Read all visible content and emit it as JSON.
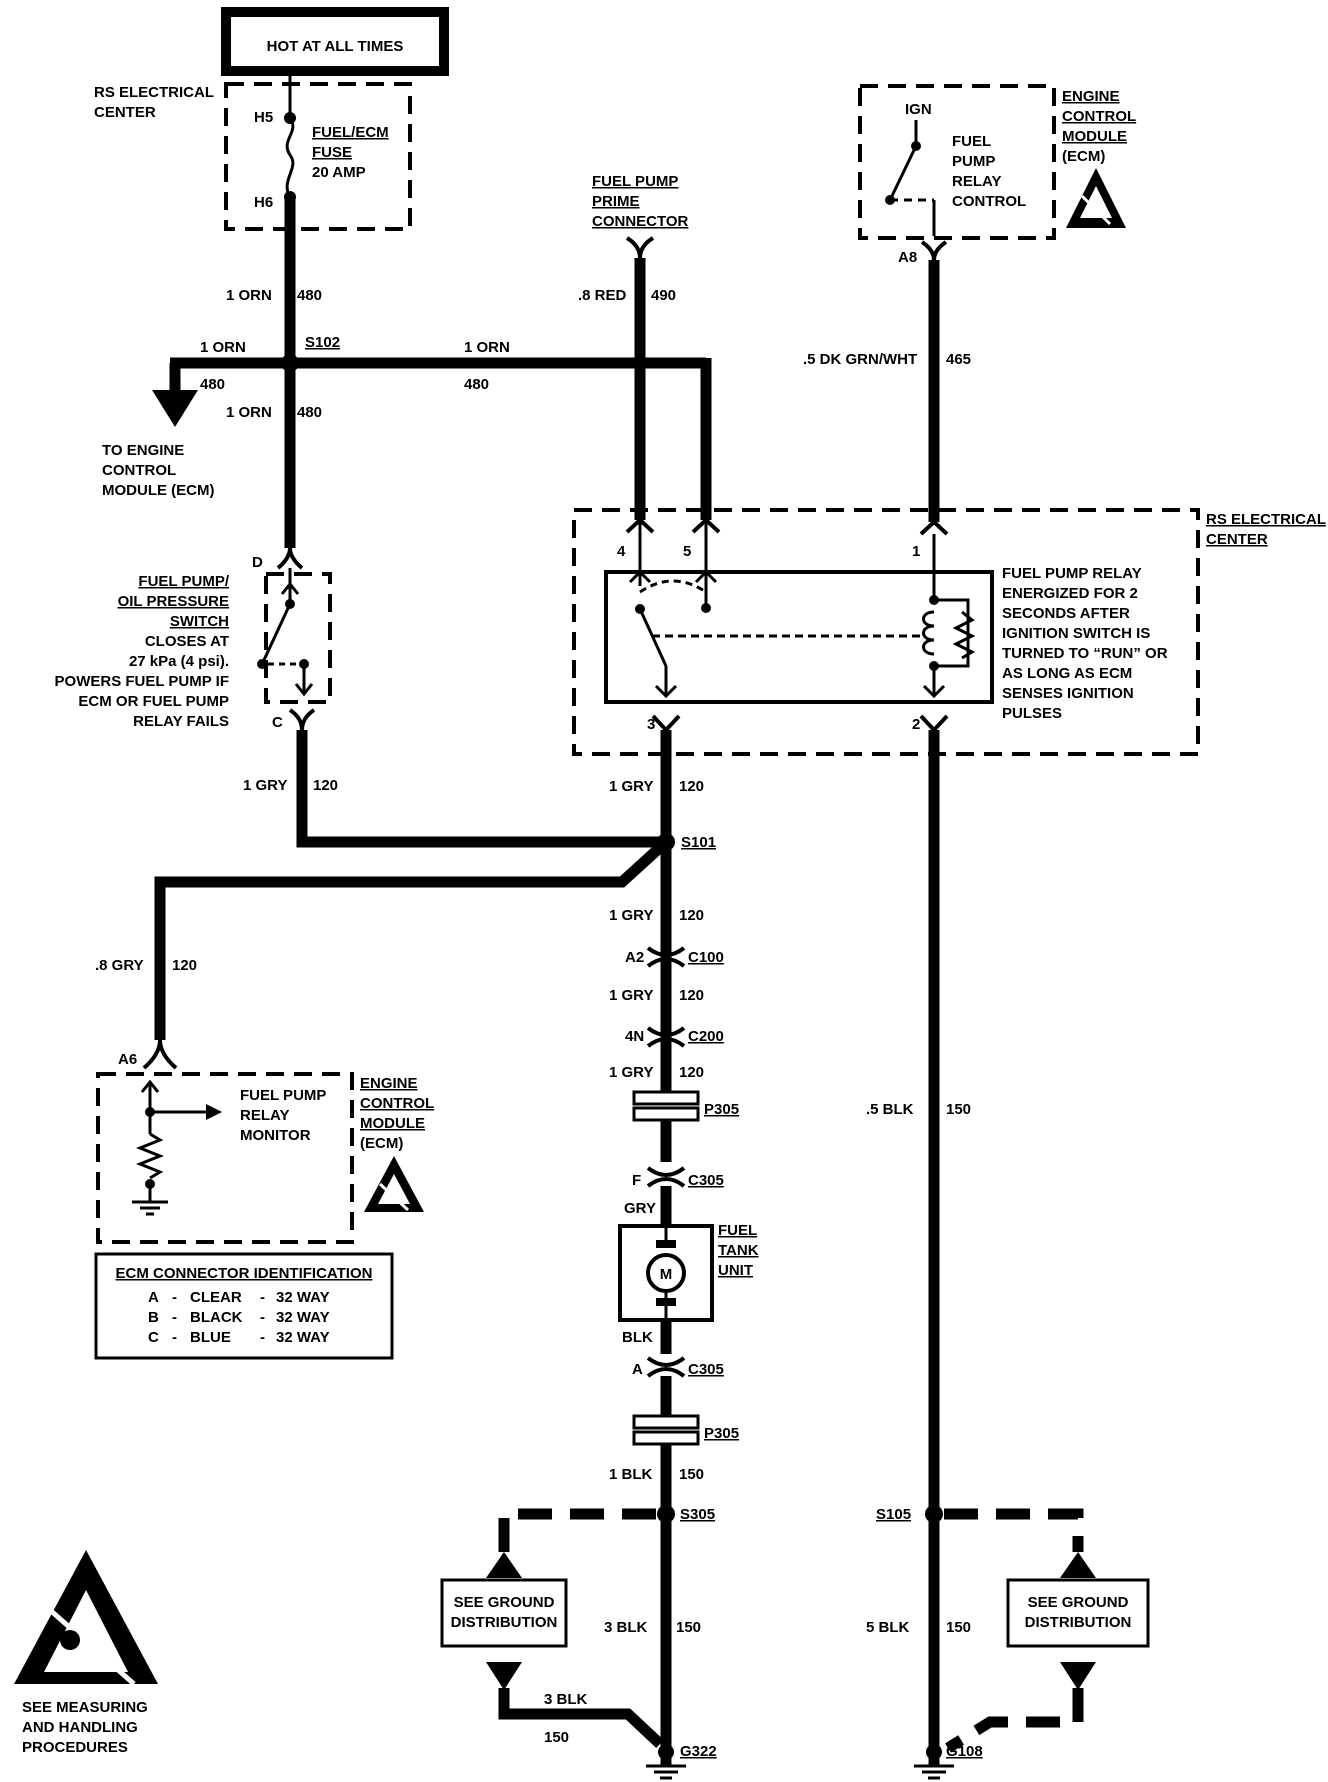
{
  "title": "HOT AT ALL TIMES",
  "fuse_block": {
    "location": [
      "RS ELECTRICAL",
      "CENTER"
    ],
    "terminal_top": "H5",
    "terminal_bottom": "H6",
    "fuse_label": [
      "FUEL/ECM",
      "FUSE",
      "20 AMP"
    ]
  },
  "wires": {
    "orn_gauge": "1 ORN",
    "orn_circuit": "480",
    "red_gauge": ".8 RED",
    "red_circuit": "490",
    "dkgrn_gauge": ".5 DK GRN/WHT",
    "dkgrn_circuit": "465",
    "gry_gauge": "1 GRY",
    "gry8_gauge": ".8 GRY",
    "gry_circuit": "120",
    "blk5_gauge": ".5 BLK",
    "blk1_gauge": "1 BLK",
    "blk3_gauge": "3 BLK",
    "blk5b_gauge": "5 BLK",
    "blk_circuit": "150",
    "gry_short": "GRY",
    "blk_short": "BLK"
  },
  "splices": {
    "s102": "S102",
    "s101": "S101",
    "s305": "S305",
    "s105": "S105"
  },
  "to_ecm": [
    "TO ENGINE",
    "CONTROL",
    "MODULE (ECM)"
  ],
  "prime_connector": [
    "FUEL PUMP",
    "PRIME",
    "CONNECTOR"
  ],
  "ecm_top": {
    "name": [
      "ENGINE",
      "CONTROL",
      "MODULE",
      "(ECM)"
    ],
    "ign": "IGN",
    "control": [
      "FUEL",
      "PUMP",
      "RELAY",
      "CONTROL"
    ],
    "pin": "A8"
  },
  "oil_switch": {
    "pin_top": "D",
    "pin_bottom": "C",
    "desc": [
      "FUEL PUMP/",
      "OIL PRESSURE",
      "SWITCH",
      "CLOSES AT",
      "27 kPa (4 psi).",
      "POWERS FUEL PUMP IF",
      "ECM OR FUEL PUMP",
      "RELAY FAILS"
    ]
  },
  "relay_center": {
    "location": [
      "RS ELECTRICAL",
      "CENTER"
    ],
    "pins": [
      "4",
      "5",
      "1",
      "3",
      "2"
    ],
    "desc": [
      "FUEL PUMP RELAY",
      "ENERGIZED FOR 2",
      "SECONDS AFTER",
      "IGNITION SWITCH IS",
      "TURNED TO “RUN” OR",
      "AS LONG AS ECM",
      "SENSES IGNITION",
      "PULSES"
    ]
  },
  "ecm_bottom": {
    "name": [
      "ENGINE",
      "CONTROL",
      "MODULE",
      "(ECM)"
    ],
    "pin": "A6",
    "monitor": [
      "FUEL PUMP",
      "RELAY",
      "MONITOR"
    ]
  },
  "connectors": {
    "a2": "A2",
    "c100": "C100",
    "n4": "4N",
    "c200": "C200",
    "p305": "P305",
    "f": "F",
    "c305": "C305",
    "a": "A"
  },
  "fuel_tank": {
    "label": [
      "FUEL",
      "TANK",
      "UNIT"
    ],
    "motor": "M"
  },
  "ecm_table": {
    "title": "ECM CONNECTOR IDENTIFICATION",
    "rows": [
      [
        "A",
        "-",
        "CLEAR",
        "-",
        "32 WAY"
      ],
      [
        "B",
        "-",
        "BLACK",
        "-",
        "32 WAY"
      ],
      [
        "C",
        "-",
        "BLUE",
        "-",
        "32 WAY"
      ]
    ]
  },
  "ground_dist": [
    "SEE GROUND",
    "DISTRIBUTION"
  ],
  "grounds": {
    "g322": "G322",
    "g108": "G108"
  },
  "esd_note": [
    "SEE MEASURING",
    "AND HANDLING",
    "PROCEDURES"
  ]
}
